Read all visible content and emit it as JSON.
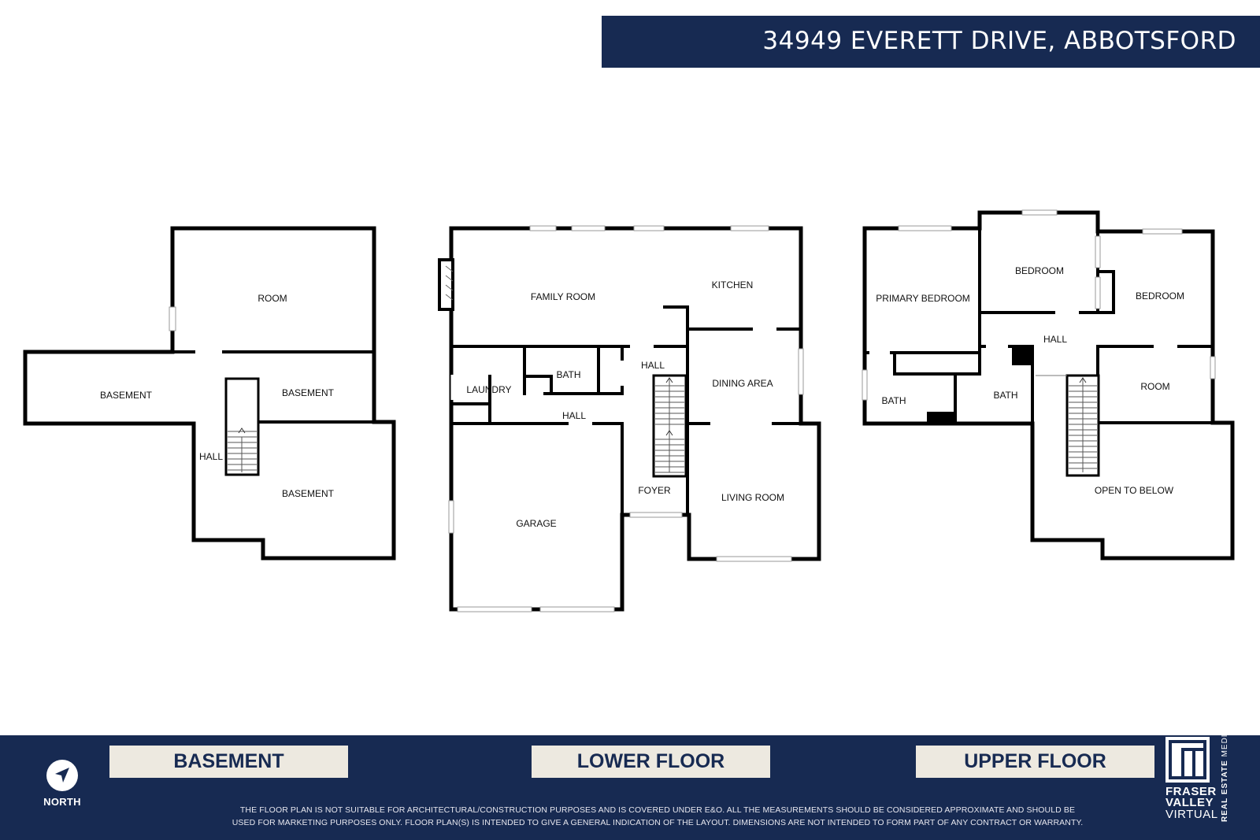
{
  "header": {
    "address": "34949 EVERETT DRIVE, ABBOTSFORD"
  },
  "basement": {
    "label": "BASEMENT",
    "rooms": {
      "room": "ROOM",
      "basement_west": "BASEMENT",
      "basement_mid": "BASEMENT",
      "hall": "HALL",
      "basement_south": "BASEMENT"
    }
  },
  "lower_floor": {
    "label": "LOWER FLOOR",
    "rooms": {
      "family_room": "FAMILY ROOM",
      "kitchen": "KITCHEN",
      "bath": "BATH",
      "hall_upper": "HALL",
      "laundry": "LAUNDRY",
      "dining_area": "DINING AREA",
      "hall_lower": "HALL",
      "foyer": "FOYER",
      "garage": "GARAGE",
      "living_room": "LIVING ROOM"
    }
  },
  "upper_floor": {
    "label": "UPPER FLOOR",
    "rooms": {
      "primary_bedroom": "PRIMARY BEDROOM",
      "bedroom_center": "BEDROOM",
      "bedroom_east": "BEDROOM",
      "hall": "HALL",
      "bath_west": "BATH",
      "bath_center": "BATH",
      "room": "ROOM",
      "open_to_below": "OPEN TO BELOW"
    }
  },
  "compass": {
    "label": "NORTH",
    "icon": "north-arrow-icon"
  },
  "disclaimer": {
    "line1": "THE FLOOR PLAN IS NOT SUITABLE FOR ARCHITECTURAL/CONSTRUCTION PURPOSES AND IS COVERED UNDER E&O. ALL THE MEASUREMENTS SHOULD BE CONSIDERED APPROXIMATE AND SHOULD BE",
    "line2": "USED FOR MARKETING PURPOSES ONLY. FLOOR PLAN(S) IS INTENDED TO GIVE A GENERAL INDICATION OF THE LAYOUT. DIMENSIONS ARE NOT INTENDED TO FORM PART OF ANY CONTRACT OR WARRANTY."
  },
  "logo": {
    "line1": "FRASER",
    "line2": "VALLEY",
    "line3": "VIRTUAL",
    "side_bold": "REAL ESTATE",
    "side_light": "MEDIA"
  },
  "colors": {
    "navy": "#172a52",
    "label_bg": "#ede9e0",
    "wall": "#000000"
  }
}
